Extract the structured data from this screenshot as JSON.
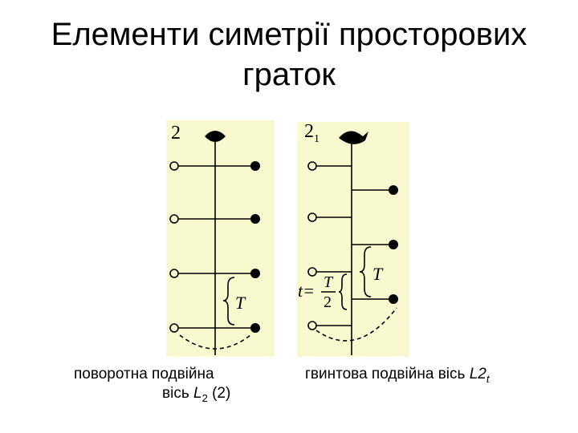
{
  "slide": {
    "title_line1": "Елементи симетрії просторових",
    "title_line2": "граток"
  },
  "left_diagram": {
    "axis_symbol": "2",
    "period_label": "T"
  },
  "right_diagram": {
    "axis_symbol": "2",
    "axis_subscript": "1",
    "period_label": "T",
    "shift_prefix": "t=",
    "shift_numerator": "T",
    "shift_denominator": "2"
  },
  "captions": {
    "left_line1": "поворотна подвійна",
    "left_line2_prefix": "вісь ",
    "left_line2_symbol": "L",
    "left_line2_subscript": "2",
    "left_line2_suffix": " (2)",
    "right_prefix": "гвинтова подвійна вісь ",
    "right_symbol": "L2",
    "right_subscript": "t"
  },
  "colors": {
    "panel_background": "#f9f9cf",
    "ink": "#000000"
  }
}
